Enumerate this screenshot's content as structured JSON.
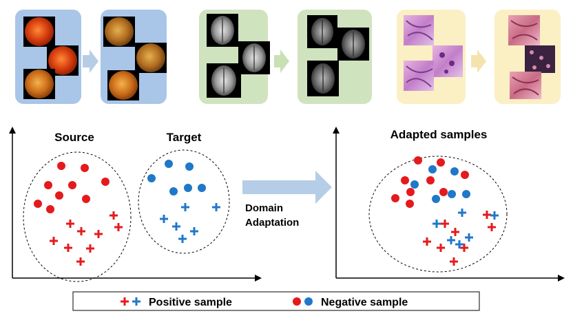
{
  "colors": {
    "fundus_panel": "#a9c6e8",
    "mri_panel": "#cfe3bf",
    "histo_panel": "#fbefc4",
    "arrow_blue": "#b7cde6",
    "arrow_green": "#c9e0b4",
    "arrow_yellow": "#f5e3ae",
    "big_arrow": "#b5cde6",
    "red": "#e41a1c",
    "blue": "#1f78c8"
  },
  "labels": {
    "source": "Source",
    "target": "Target",
    "adapted": "Adapted samples",
    "da_line1": "Domain",
    "da_line2": "Adaptation"
  },
  "legend": {
    "positive": "Positive sample",
    "negative": "Negative sample"
  },
  "icons": [
    "fundus-image",
    "mri-image",
    "histology-image",
    "plus-marker",
    "circle-marker",
    "right-arrow-icon"
  ]
}
